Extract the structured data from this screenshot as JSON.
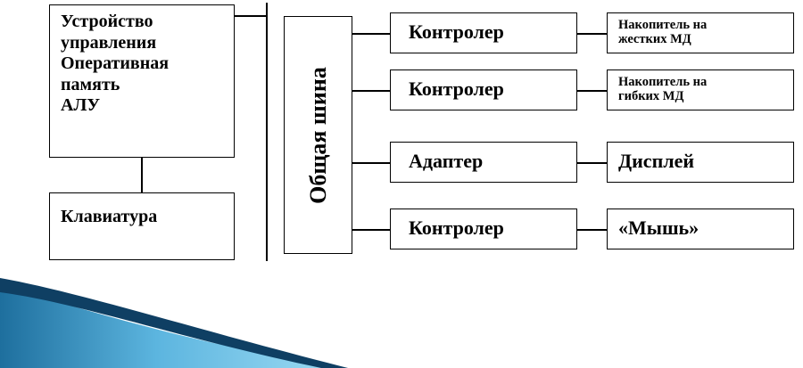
{
  "cpu_block": {
    "lines": [
      "Устройство",
      "управления",
      "Оперативная",
      "память",
      "АЛУ"
    ]
  },
  "keyboard": {
    "label": "Клавиатура"
  },
  "bus": {
    "label": "Общая шина"
  },
  "rows": [
    {
      "middle": "Контролер",
      "device_lines": [
        "Накопитель на",
        "жестких МД"
      ]
    },
    {
      "middle": "Контролер",
      "device_lines": [
        "Накопитель на",
        "гибких МД"
      ]
    },
    {
      "middle": "Адаптер",
      "device": "Дисплей"
    },
    {
      "middle": "Контролер",
      "device": "«Мышь»"
    }
  ],
  "colors": {
    "swoosh_dark": "#0f3f63",
    "swoosh_mid": "#1e6f9e",
    "swoosh_light": "#6cc1e6"
  }
}
